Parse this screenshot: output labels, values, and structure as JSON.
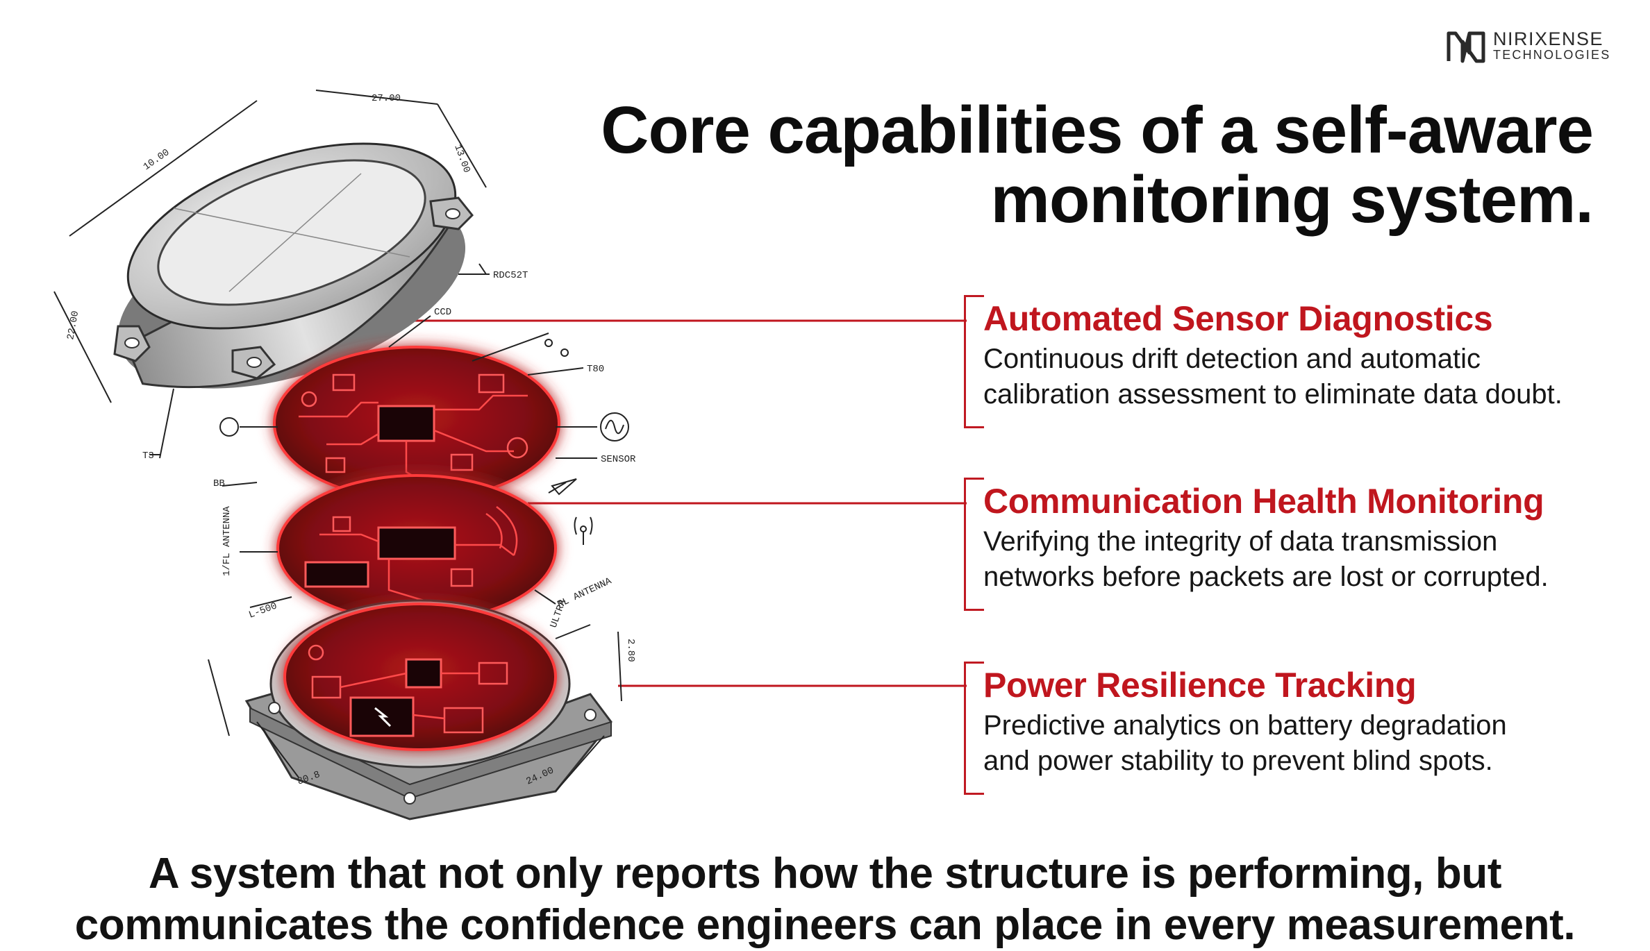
{
  "brand": {
    "name": "NIRIXENSE",
    "sub": "TECHNOLOGIES",
    "logo_icon": "nirixense-logo-mark"
  },
  "title": {
    "line1": "Core capabilities of a self-aware",
    "line2": "monitoring system."
  },
  "capabilities": [
    {
      "title": "Automated Sensor Diagnostics",
      "line1": "Continuous drift detection and automatic",
      "line2": "calibration assessment to eliminate data doubt."
    },
    {
      "title": "Communication Health Monitoring",
      "line1": "Verifying the integrity of data transmission",
      "line2": "networks before packets are lost or corrupted."
    },
    {
      "title": "Power Resilience Tracking",
      "line1": "Predictive analytics on battery degradation",
      "line2": "and power stability to prevent blind spots."
    }
  ],
  "diagram_labels": {
    "dim_top": "27.00",
    "dim_left": "10.00",
    "dim_side": "22.00",
    "dim_right": "13.00",
    "lid_label": "RDC52T",
    "callout_ccd": "CCD",
    "callout_t": "T3",
    "callout_bb": "BB",
    "callout_t80": "T80",
    "callout_sensor": "SENSOR",
    "callout_antenna": "RL ANTENNA",
    "callout_ultra": "ULTRA",
    "callout_base_right": "2.80",
    "callout_base_left": "80.8",
    "callout_base_bottom": "24.00",
    "side_a": "1/FL ANTENNA",
    "side_b": "L-500"
  },
  "footer": {
    "line1": "A system that not only reports how the structure is performing, but",
    "line2": "communicates the confidence engineers can place in every measurement."
  },
  "colors": {
    "accent": "#c0161e",
    "board_red": "#d11a22",
    "glow": "#ff2a2a",
    "text_dark": "#141414"
  }
}
